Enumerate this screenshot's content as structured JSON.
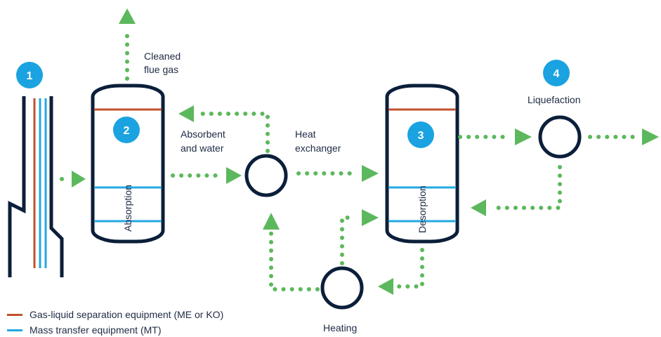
{
  "diagram": {
    "steps": {
      "s1": "1",
      "s2": "2",
      "s3": "3",
      "s4": "4"
    },
    "labels": {
      "cleaned_line1": "Cleaned",
      "cleaned_line2": "flue gas",
      "absorbent_line1": "Absorbent",
      "absorbent_line2": "and water",
      "heat_line1": "Heat",
      "heat_line2": "exchanger",
      "liquefaction": "Liquefaction",
      "heating": "Heating",
      "absorption": "Absorption",
      "desorption": "Desorption"
    },
    "colors": {
      "outline": "#0b1f3a",
      "flow": "#5cb85c",
      "badge": "#1aa3e0",
      "separation": "#c0522e",
      "mass_transfer": "#23a8e0"
    }
  },
  "legend": [
    {
      "label": "Gas-liquid separation equipment (ME or KO)",
      "color": "#c0522e"
    },
    {
      "label": "Mass transfer equipment (MT)",
      "color": "#23a8e0"
    }
  ]
}
